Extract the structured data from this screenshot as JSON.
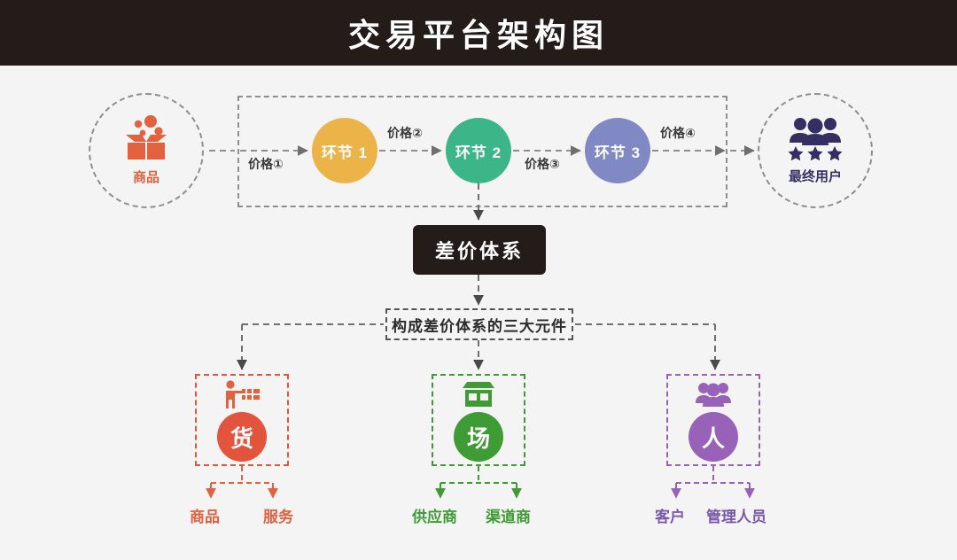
{
  "header": {
    "title": "交易平台架构图",
    "bg_color": "#241c18",
    "text_color": "#ffffff"
  },
  "canvas": {
    "background": "#f4f4f4",
    "dash_color": "#8e8e8e"
  },
  "flow": {
    "source": {
      "label": "商品",
      "icon": "open-box-icon",
      "color": "#e2613f"
    },
    "stages": [
      {
        "label": "环节 1",
        "color": "#ecb349"
      },
      {
        "label": "环节 2",
        "color": "#3cb588"
      },
      {
        "label": "环节 3",
        "color": "#8189c4"
      }
    ],
    "prices": [
      "价格①",
      "价格②",
      "价格③",
      "价格④"
    ],
    "destination": {
      "label": "最终用户",
      "icon": "users-stars-icon",
      "color": "#332f63"
    }
  },
  "system": {
    "box_label": "差价体系",
    "box_color": "#241c18",
    "components_label": "构成差价体系的三大元件"
  },
  "elements": [
    {
      "glyph": "货",
      "icon": "person-shelf-icon",
      "color": "#e2553c",
      "children": [
        "商品",
        "服务"
      ]
    },
    {
      "glyph": "场",
      "icon": "storefront-icon",
      "color": "#3f9c35",
      "children": [
        "供应商",
        "渠道商"
      ]
    },
    {
      "glyph": "人",
      "icon": "people-group-icon",
      "color": "#9762b8",
      "children": [
        "客户",
        "管理人员"
      ]
    }
  ]
}
